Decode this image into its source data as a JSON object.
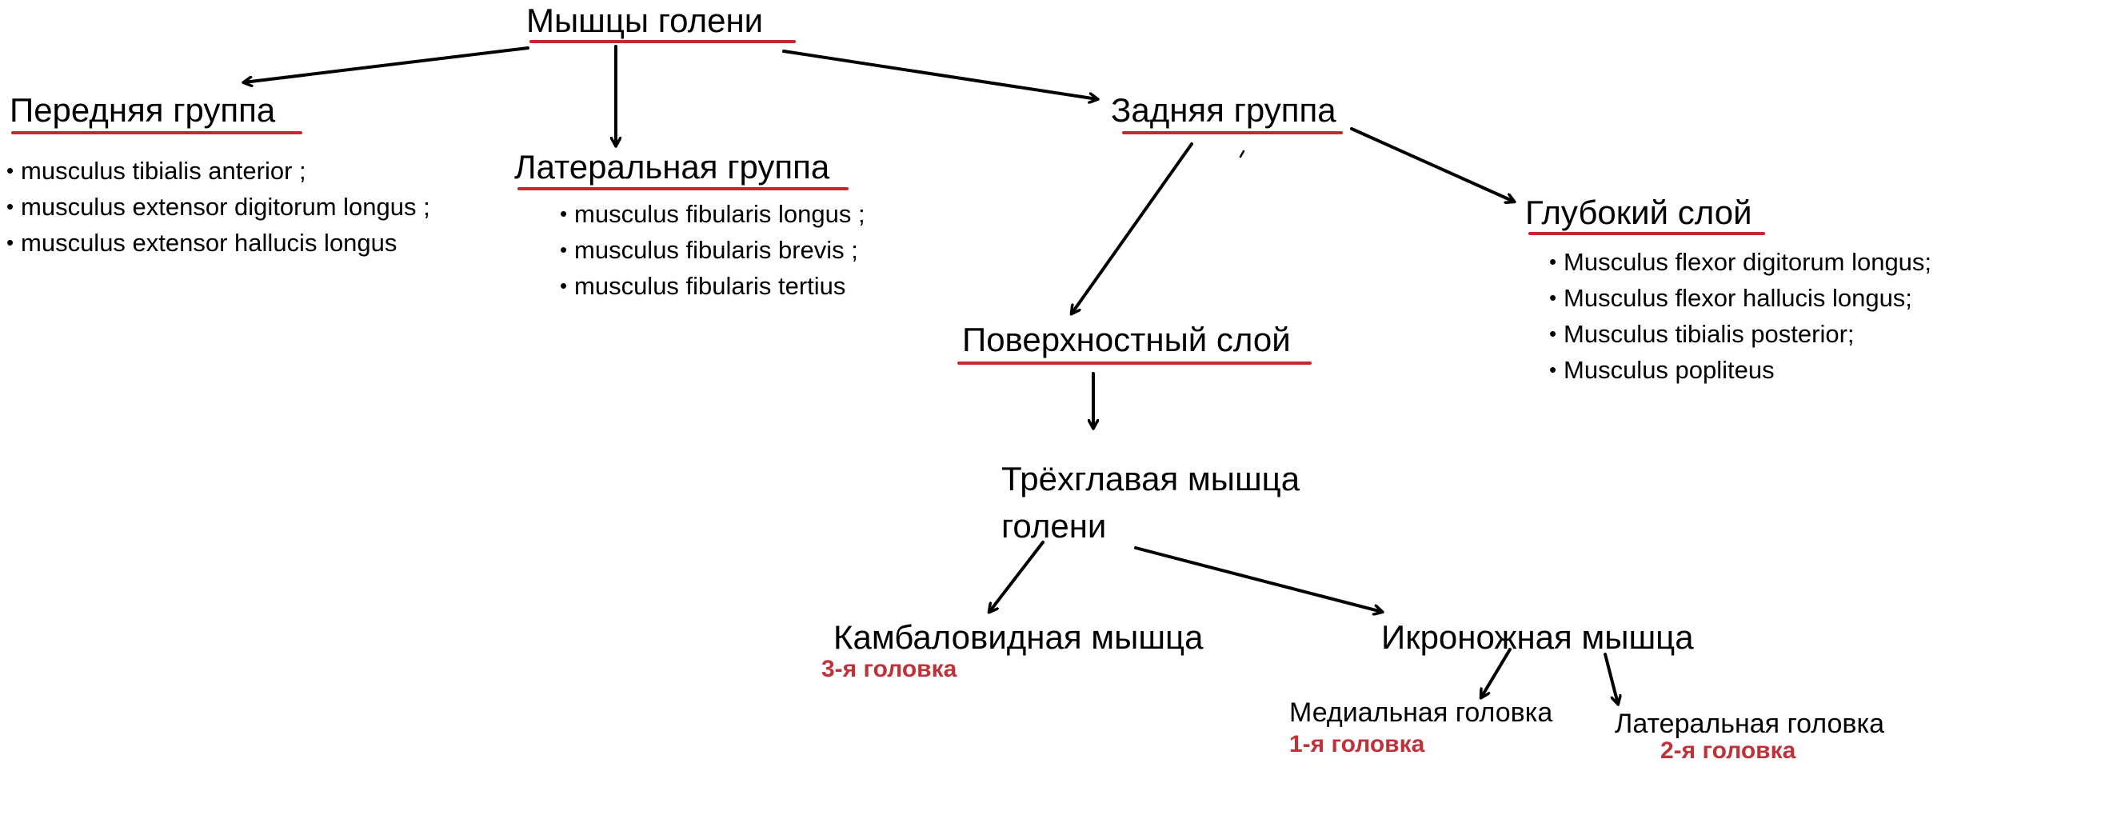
{
  "colors": {
    "underline": "#c8262e",
    "accent_text": "#c0323a",
    "arrow": "#000000"
  },
  "root": {
    "label": "Мышцы голени"
  },
  "anterior": {
    "label": "Передняя группа",
    "items": [
      "musculus tibialis anterior ;",
      "musculus extensor digitorum longus ;",
      "musculus extensor hallucis longus"
    ]
  },
  "lateral": {
    "label": "Латеральная группа",
    "items": [
      "musculus fibularis longus ;",
      "musculus fibularis brevis ;",
      "musculus fibularis tertius"
    ]
  },
  "posterior": {
    "label": "Задняя группа"
  },
  "deep": {
    "label": "Глубокий слой",
    "items": [
      "Musculus flexor digitorum longus;",
      "Musculus flexor hallucis longus;",
      "Musculus tibialis posterior;",
      "Musculus popliteus"
    ]
  },
  "superficial": {
    "label": "Поверхностный слой"
  },
  "triceps": {
    "line1": "Трёхглавая мышца",
    "line2": "голени"
  },
  "soleus": {
    "label": "Камбаловидная мышца",
    "head": "3-я головка"
  },
  "gastrocnemius": {
    "label": "Икроножная мышца"
  },
  "medial_head": {
    "label": "Медиальная головка",
    "head": "1-я головка"
  },
  "lateral_head": {
    "label": "Латеральная головка",
    "head": "2-я головка"
  },
  "bullet": "•"
}
